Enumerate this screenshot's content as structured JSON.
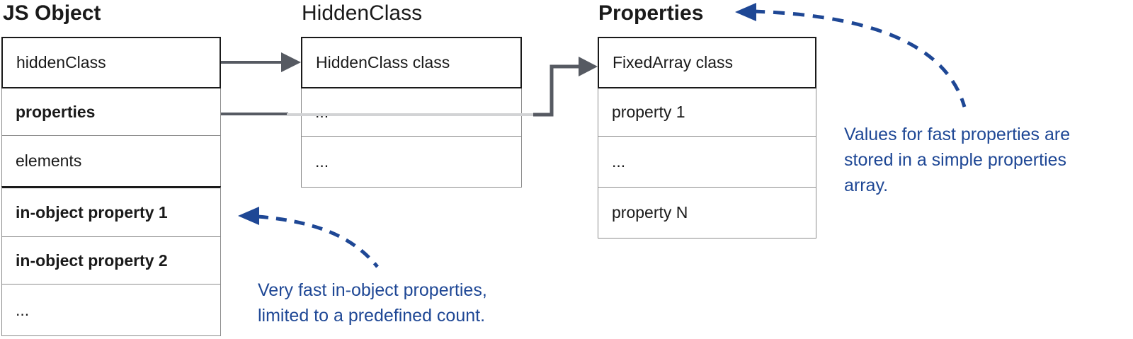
{
  "colors": {
    "text_black": "#1a1a1a",
    "annotation_blue": "#1e4795",
    "arrow_dark": "#565a62",
    "arrow_light": "#d2d3d5",
    "border_thin": "#8c8c8c",
    "border_thick": "#1a1a1a"
  },
  "tables": [
    {
      "title": "JS Object",
      "rows": [
        "hiddenClass",
        "properties",
        "elements",
        "in-object property 1",
        "in-object property 2",
        "..."
      ]
    },
    {
      "title": "HiddenClass",
      "rows": [
        "HiddenClass class",
        "...",
        "..."
      ]
    },
    {
      "title": "Properties",
      "rows": [
        "FixedArray class",
        "property 1",
        "...",
        "property N"
      ]
    }
  ],
  "annotations": {
    "properties_note": {
      "lines": [
        "Values for fast properties are",
        "stored in a simple properties",
        "array."
      ]
    },
    "in_object_note": {
      "lines": [
        "Very fast in-object properties,",
        "limited to a predefined count."
      ]
    }
  }
}
